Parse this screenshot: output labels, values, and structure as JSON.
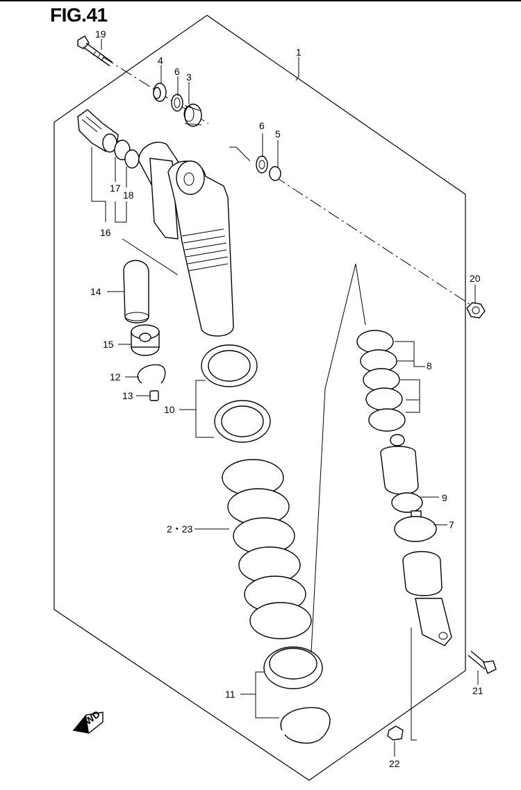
{
  "figure": {
    "title": "FIG.41"
  },
  "labels": {
    "p1": "1",
    "p19": "19",
    "p4": "4",
    "p6a": "6",
    "p3": "3",
    "p6b": "6",
    "p5": "5",
    "p17": "17",
    "p18": "18",
    "p16": "16",
    "p14": "14",
    "p15": "15",
    "p12": "12",
    "p13": "13",
    "p10": "10",
    "p20": "20",
    "p8": "8",
    "p9": "9",
    "p7": "7",
    "p2_23": "2・23",
    "p11": "11",
    "p21": "21",
    "p22": "22"
  },
  "fwd": {
    "label": "FWD"
  }
}
